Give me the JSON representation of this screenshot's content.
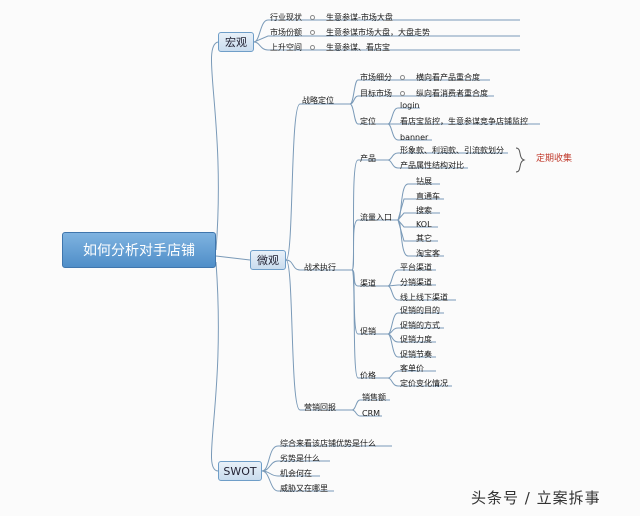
{
  "root": "如何分析对手店铺",
  "macro": {
    "title": "宏观",
    "rows": [
      {
        "label": "行业现状",
        "value": "生意参谋-市场大盘"
      },
      {
        "label": "市场份额",
        "value": "生意参谋市场大盘，大盘走势"
      },
      {
        "label": "上升空间",
        "value": "生意参谋、看店宝"
      }
    ]
  },
  "micro": {
    "title": "微观",
    "strategy": {
      "title": "战略定位",
      "market_seg": {
        "label": "市场细分",
        "value": "横向看产品重合度"
      },
      "target_market": {
        "label": "目标市场",
        "value": "纵向看消费者重合度"
      },
      "positioning": {
        "label": "定位",
        "items": [
          "login",
          "看店宝监控，生意参谋竞争店铺监控",
          "banner"
        ]
      }
    },
    "tactics": {
      "title": "战术执行",
      "product": {
        "label": "产品",
        "items": [
          "形象款、利润款、引流款划分",
          "产品属性结构对比"
        ],
        "note": "定期收集"
      },
      "traffic": {
        "label": "流量入口",
        "items": [
          "钻展",
          "直通车",
          "搜索",
          "KOL",
          "其它",
          "淘宝客"
        ]
      },
      "channel": {
        "label": "渠道",
        "items": [
          "平台渠道",
          "分销渠道",
          "线上线下渠道"
        ]
      },
      "promo": {
        "label": "促销",
        "items": [
          "促销的目的",
          "促销的方式",
          "促销力度",
          "促销节奏"
        ]
      },
      "price": {
        "label": "价格",
        "items": [
          "客单价",
          "定价变化情况"
        ]
      }
    },
    "marketing": {
      "title": "营销回报",
      "items": [
        "销售额",
        "CRM"
      ]
    }
  },
  "swot": {
    "title": "SWOT",
    "items": [
      "综合来看该店铺优势是什么",
      "劣势是什么",
      "机会何在",
      "威胁又在哪里"
    ]
  },
  "watermark": "头条号 / 立案拆事"
}
